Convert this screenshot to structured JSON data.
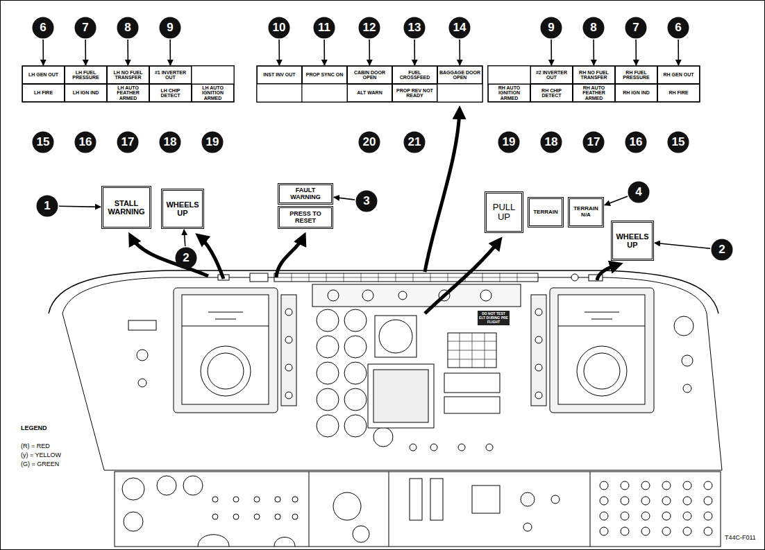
{
  "diagram": {
    "nodes": [
      {
        "text": [
          "6"
        ]
      },
      {
        "text": [
          "7"
        ]
      },
      {
        "text": [
          "8"
        ]
      },
      {
        "text": [
          "9"
        ]
      },
      {
        "text": [
          "10"
        ]
      },
      {
        "text": [
          "11"
        ]
      },
      {
        "text": [
          "12"
        ]
      },
      {
        "text": [
          "13"
        ]
      },
      {
        "text": [
          "14"
        ]
      },
      {
        "text": [
          "9"
        ]
      },
      {
        "text": [
          "8"
        ]
      },
      {
        "text": [
          "7"
        ]
      },
      {
        "text": [
          "6"
        ]
      },
      {
        "text": [
          "LH GEN OUT"
        ]
      },
      {
        "text": [
          "LH FUEL PRESSURE"
        ]
      },
      {
        "text": [
          "LH NO FUEL TRANSFER"
        ]
      },
      {
        "text": [
          "#1 INVERTER OUT"
        ]
      },
      {
        "text": [
          "INST INV OUT"
        ]
      },
      {
        "text": [
          "PROP SYNC ON"
        ]
      },
      {
        "text": [
          "CABIN DOOR OPEN"
        ]
      },
      {
        "text": [
          "FUEL CROSSFEED"
        ]
      },
      {
        "text": [
          "BAGGAGE DOOR OPEN"
        ]
      },
      {
        "text": [
          "#2 INVERTER OUT"
        ]
      },
      {
        "text": [
          "RH NO FUEL TRANSFER"
        ]
      },
      {
        "text": [
          "RH FUEL PRESSURE"
        ]
      },
      {
        "text": [
          "RH GEN OUT"
        ]
      },
      {
        "text": [
          "LH FIRE"
        ]
      },
      {
        "text": [
          "LH IGN IND"
        ]
      },
      {
        "text": [
          "LH AUTO FEATHER ARMED"
        ]
      },
      {
        "text": [
          "LH CHIP DETECT"
        ]
      },
      {
        "text": [
          "LH AUTO IGNITION ARMED"
        ]
      },
      {
        "text": [
          "ALT WARN"
        ]
      },
      {
        "text": [
          "PROP REV NOT READY"
        ]
      },
      {
        "text": [
          "RH AUTO IGNITION ARMED"
        ]
      },
      {
        "text": [
          "RH CHIP DETECT"
        ]
      },
      {
        "text": [
          "RH AUTO FEATHER ARMED"
        ]
      },
      {
        "text": [
          "RH IGN IND"
        ]
      },
      {
        "text": [
          "RH FIRE"
        ]
      },
      {
        "text": [
          "15"
        ]
      },
      {
        "text": [
          "16"
        ]
      },
      {
        "text": [
          "17"
        ]
      },
      {
        "text": [
          "18"
        ]
      },
      {
        "text": [
          "19"
        ]
      },
      {
        "text": [
          "20"
        ]
      },
      {
        "text": [
          "21"
        ]
      },
      {
        "text": [
          "19"
        ]
      },
      {
        "text": [
          "18"
        ]
      },
      {
        "text": [
          "17"
        ]
      },
      {
        "text": [
          "16"
        ]
      },
      {
        "text": [
          "15"
        ]
      },
      {
        "text": [
          "1"
        ]
      },
      {
        "text": [
          "STALL WARNING"
        ]
      },
      {
        "text": [
          "WHEELS UP"
        ]
      },
      {
        "text": [
          "FAULT WARNING"
        ]
      },
      {
        "text": [
          "PRESS TO RESET"
        ]
      },
      {
        "text": [
          "3"
        ]
      },
      {
        "text": [
          "PULL UP"
        ]
      },
      {
        "text": [
          "TERRAIN"
        ]
      },
      {
        "text": [
          "TERRAIN N/A"
        ]
      },
      {
        "text": [
          "4"
        ]
      },
      {
        "text": [
          "2"
        ]
      },
      {
        "text": [
          "WHEELS UP"
        ]
      },
      {
        "text": [
          "2"
        ]
      }
    ],
    "edges": [
      {
        "from": 0,
        "to": 13,
        "arrow": "to"
      },
      {
        "from": 1,
        "to": 14,
        "arrow": "to"
      },
      {
        "from": 2,
        "to": 15,
        "arrow": "to"
      },
      {
        "from": 3,
        "to": 16,
        "arrow": "to"
      },
      {
        "from": 4,
        "to": 17,
        "arrow": "to"
      },
      {
        "from": 5,
        "to": 18,
        "arrow": "to"
      },
      {
        "from": 6,
        "to": 19,
        "arrow": "to"
      },
      {
        "from": 7,
        "to": 20,
        "arrow": "to"
      },
      {
        "from": 8,
        "to": 21,
        "arrow": "to"
      },
      {
        "from": 9,
        "to": 22,
        "arrow": "to"
      },
      {
        "from": 10,
        "to": 23,
        "arrow": "to"
      },
      {
        "from": 11,
        "to": 24,
        "arrow": "to"
      },
      {
        "from": 12,
        "to": 25,
        "arrow": "to"
      },
      {
        "from": 50,
        "to": 51,
        "arrow": "to"
      },
      {
        "from": 60,
        "to": 52,
        "arrow": "to"
      },
      {
        "from": 55,
        "to": 53,
        "arrow": "to"
      },
      {
        "from": 59,
        "to": 58,
        "arrow": "to"
      },
      {
        "from": 62,
        "to": 61,
        "arrow": "to"
      }
    ],
    "labels": [
      "LEGEND",
      "(R) = RED",
      "(y) = YELLOW",
      "(G) = GREEN",
      "DO NOT TEST ELT DURING PRE FLIGHT",
      "T44C-F011"
    ]
  }
}
